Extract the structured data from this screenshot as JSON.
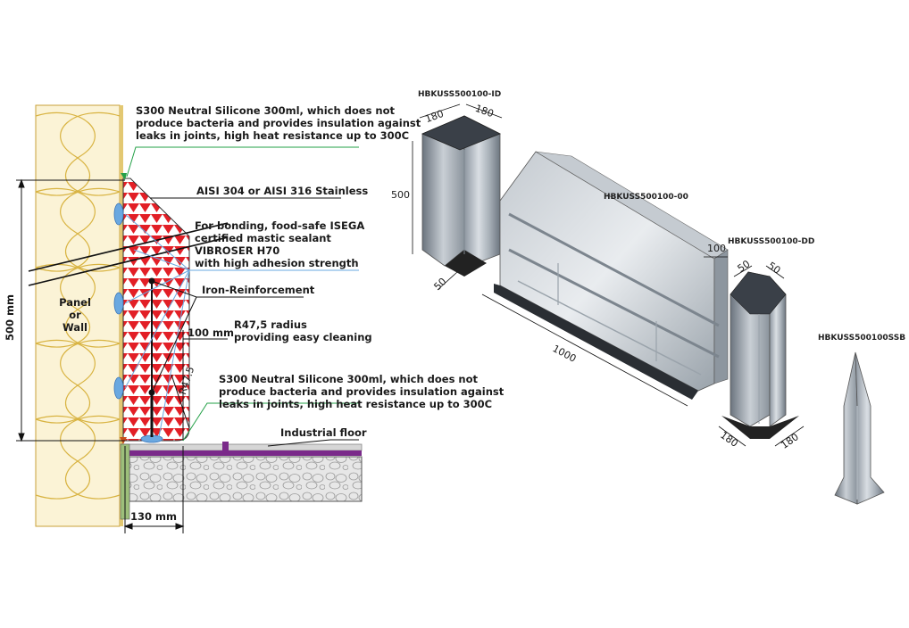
{
  "section": {
    "callouts": {
      "silicone_top": [
        "S300 Neutral Silicone 300ml, which does not",
        "produce bacteria and provides insulation against",
        "leaks in joints, high heat resistance up to 300C"
      ],
      "stainless": "AISI 304 or AISI 316 Stainless",
      "sealant": [
        "For bonding, food-safe ISEGA",
        "certified mastic sealant",
        "VIBROSER H70",
        "with high adhesion strength"
      ],
      "iron": "Iron-Reinforcement",
      "radius": [
        "R47,5 radius",
        "providing easy cleaning"
      ],
      "silicone_bottom": [
        "S300 Neutral Silicone 300ml, which does not",
        "produce bacteria and provides insulation against",
        "leaks in joints, high heat resistance up to 300C"
      ],
      "floor": "Industrial floor"
    },
    "panel_label": [
      "Panel",
      "or",
      "Wall"
    ],
    "dims": {
      "height": "500 mm",
      "offset": "100 mm",
      "radius": "R47.5",
      "base": "130 mm"
    },
    "colors": {
      "insulation": "#f4e39a",
      "triangle_fill": "#e21f26",
      "leader_green": "#23a047",
      "leader_blue": "#6aa8e0",
      "floor_purple": "#7a2a8a"
    }
  },
  "products": {
    "inside_corner": {
      "code": "HBKUSS500100-ID",
      "dims": {
        "w1": "180",
        "w2": "180",
        "h": "500",
        "d": "50"
      }
    },
    "straight": {
      "code": "HBKUSS500100-00",
      "dims": {
        "length": "1000",
        "depth": "100"
      }
    },
    "outside_corner": {
      "code": "HBKUSS500100-DD",
      "dims": {
        "t1": "50",
        "t2": "50",
        "w1": "180",
        "w2": "180"
      }
    },
    "end_cap": {
      "code": "HBKUSS500100SSB"
    }
  }
}
